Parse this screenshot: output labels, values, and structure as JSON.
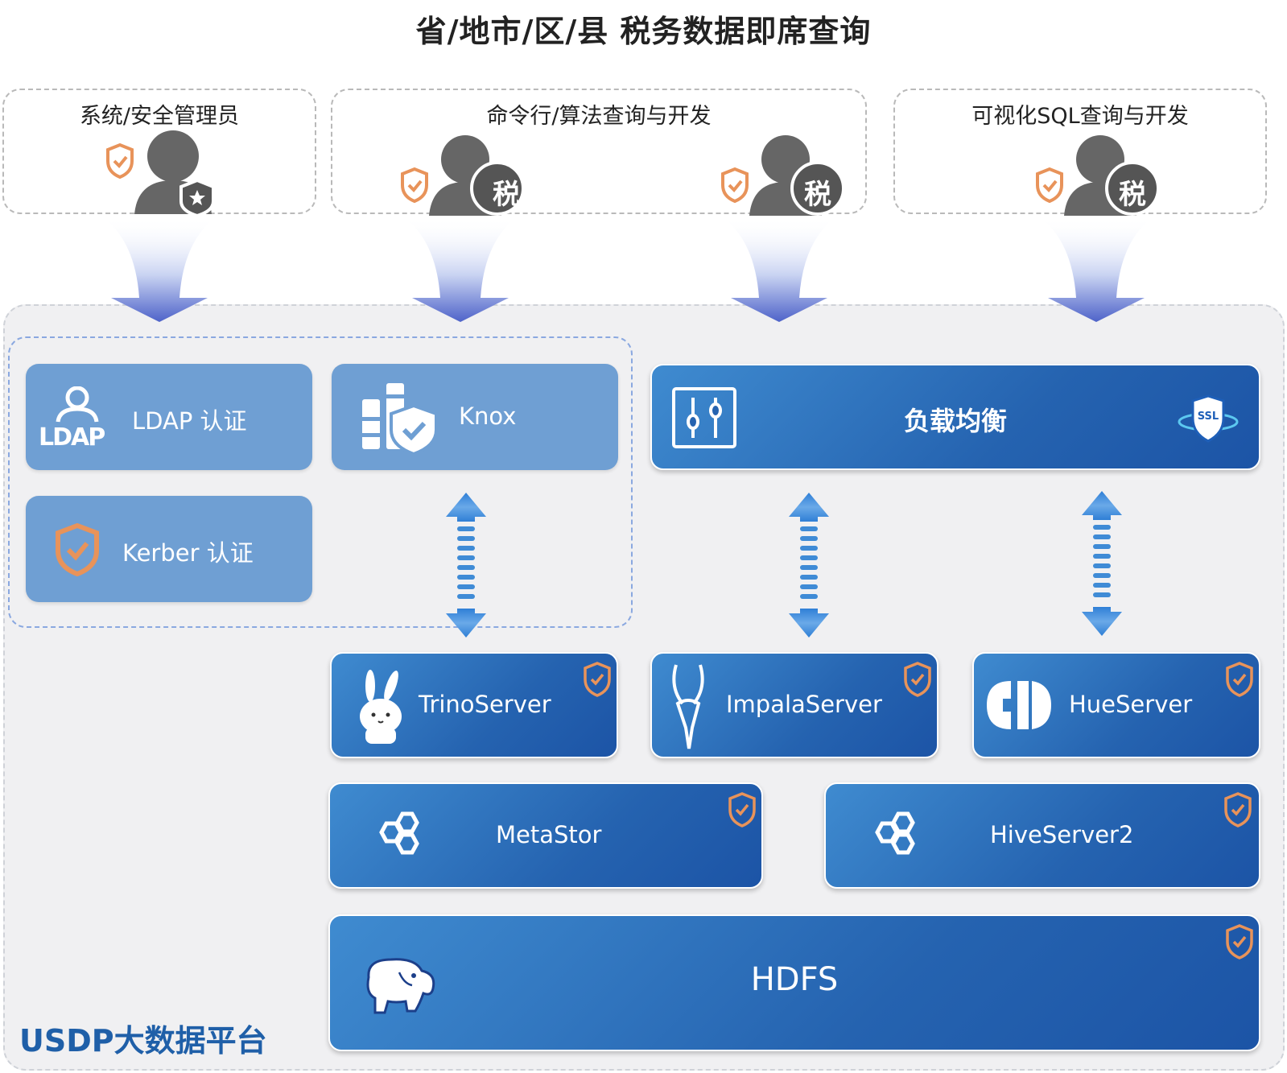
{
  "title": "省/地市/区/县 税务数据即席查询",
  "user_groups": {
    "admin": "系统/安全管理员",
    "cli": "命令行/算法查询与开发",
    "visual": "可视化SQL查询与开发"
  },
  "tax_char": "税",
  "platform_label": "USDP大数据平台",
  "boxes": {
    "ldap": "LDAP 认证",
    "ldap_logo": "LDAP",
    "kerberos": "Kerber 认证",
    "knox": "Knox",
    "lb": "负载均衡",
    "ssl": "SSL",
    "trino": "TrinoServer",
    "impala": "ImpalaServer",
    "hue": "HueServer",
    "metastore": "MetaStor",
    "hive": "HiveServer2",
    "hdfs": "HDFS"
  },
  "colors": {
    "blue_box": "#2563b0",
    "light_box": "#6f9fd3",
    "shield": "#e8935a",
    "user": "#666666",
    "platform_label": "#1f5fa8"
  }
}
